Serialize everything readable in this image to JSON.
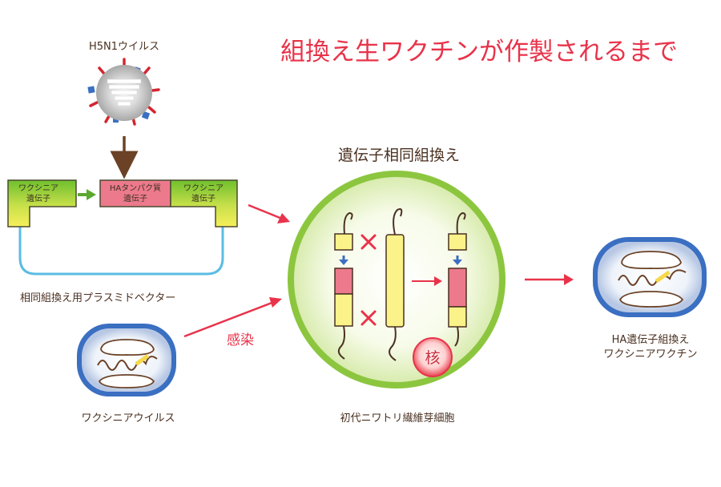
{
  "title": "組換え生ワクチンが作製されるまで",
  "labels": {
    "h5n1_virus": "H5N1ウイルス",
    "homologous_recombination": "遺伝子相同組換え",
    "plasmid_vector": "相同組換え用プラスミドベクター",
    "vaccinia_virus": "ワクシニアウイルス",
    "infection": "感染",
    "chicken_cells": "初代ニワトリ繊維芽細胞",
    "nucleus": "核",
    "result_line1": "HA遺伝子組換え",
    "result_line2": "ワクシニアワクチン"
  },
  "plasmid": {
    "left_block_line1": "ワクシニア",
    "left_block_line2": "遺伝子",
    "middle_block_line1": "HAタンパク質",
    "middle_block_line2": "遺伝子",
    "right_block_line1": "ワクシニア",
    "right_block_line2": "遺伝子"
  },
  "colors": {
    "title_red": "#e8334a",
    "dna_pink": "#ec7a8c",
    "dna_yellow": "#fbf289",
    "cell_green": "#8cc63f",
    "virus_blue": "#3a6fc2",
    "arrow_brown": "#6b4226",
    "text_brown": "#4a3020"
  }
}
